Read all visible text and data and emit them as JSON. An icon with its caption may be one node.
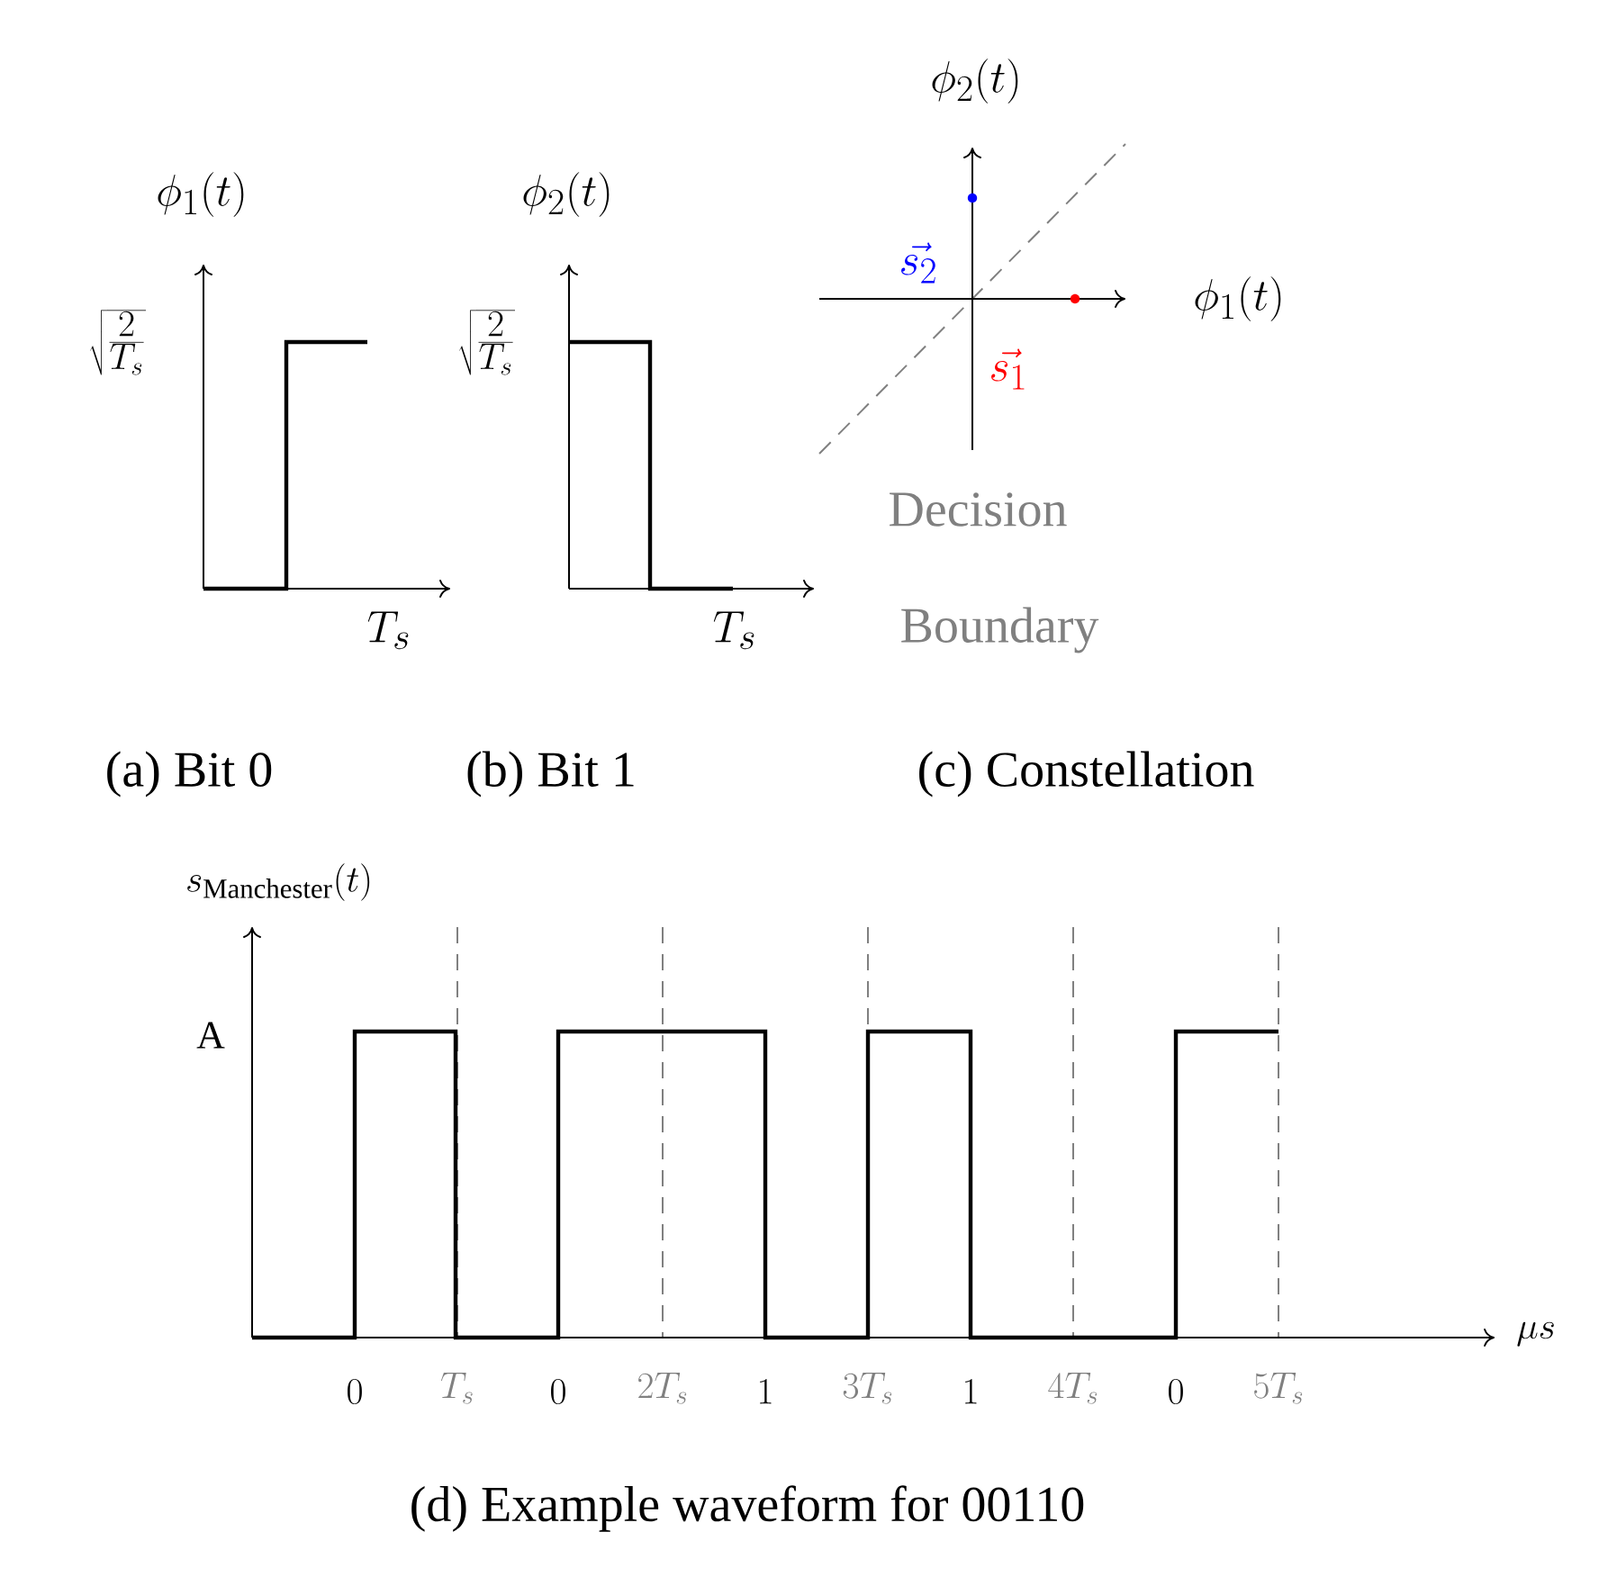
{
  "diagram": {
    "labels": [
      "\\phi_1(t)",
      "\\phi_2(t)",
      "\\phi_2(t)",
      "\\sqrt{\\frac{2}{T_s}}",
      "\\sqrt{\\frac{2}{T_s}}",
      "\\vec{s_2}",
      "\\phi_1(t)",
      "\\vec{s_1}",
      "T_s",
      "T_s",
      "Decision",
      "Boundary",
      "(a) Bit 0",
      "(b) Bit 1",
      "(c) Constellation",
      "s_{\\mathrm{Manchester}}(t)",
      "A",
      "\\mu s",
      "0",
      "T_s",
      "0",
      "2T_s",
      "1",
      "3T_s",
      "1",
      "4T_s",
      "0",
      "5T_s",
      "(d) Example waveform for 00110"
    ]
  }
}
